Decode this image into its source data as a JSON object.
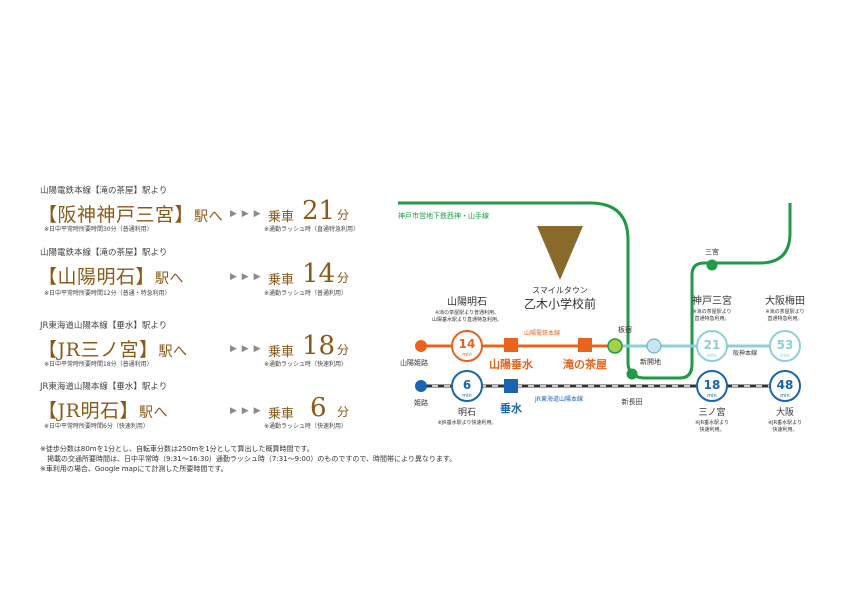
{
  "routes": [
    {
      "from": "山陽電鉄本線【滝の茶屋】駅より",
      "dest_pre": "【",
      "dest_name": "阪神神戸三宮",
      "dest_post": "】",
      "eki_he": "駅へ",
      "arrows": "▶ ▶ ▶",
      "jousha": "乗車",
      "minutes": "21",
      "fun": "分",
      "daytime": "※日中平常時所要時間30分（普通利用）",
      "rush": "※通勤ラッシュ時（直通特急利用）"
    },
    {
      "from": "山陽電鉄本線【滝の茶屋】駅より",
      "dest_pre": "【",
      "dest_name": "山陽明石",
      "dest_post": "】",
      "eki_he": "駅へ",
      "arrows": "▶ ▶ ▶",
      "jousha": "乗車",
      "minutes": "14",
      "fun": "分",
      "daytime": "※日中平常時所要時間12分（普通・特急利用）",
      "rush": "※通勤ラッシュ時（普通利用）"
    },
    {
      "from": "JR東海道山陽本線【垂水】駅より",
      "dest_pre": "【",
      "dest_name": "JR三ノ宮",
      "dest_post": "】",
      "eki_he": "駅へ",
      "arrows": "▶ ▶ ▶",
      "jousha": "乗車",
      "minutes": "18",
      "fun": "分",
      "daytime": "※日中平常時所要時間18分（普通利用）",
      "rush": "※通勤ラッシュ時（快速利用）"
    },
    {
      "from": "JR東海道山陽本線【垂水】駅より",
      "dest_pre": "【",
      "dest_name": "JR明石",
      "dest_post": "】",
      "eki_he": "駅へ",
      "arrows": "▶ ▶ ▶",
      "jousha": "乗車",
      "minutes": "6",
      "fun": "分",
      "daytime": "※日中平常時所要時間6分（快速利用）",
      "rush": "※通勤ラッシュ時（快速利用）"
    }
  ],
  "notes": [
    "※徒歩分数は80mを1分とし、自転車分数は250mを1分として算出した概算時間です。",
    "　掲載の交通所要時間は、日中平常時（9:31〜16:30）通勤ラッシュ時（7:31〜9:00）のものですので、時間帯により異なります。",
    "※車利用の場合、Google mapにて計測した所要時間です。"
  ],
  "map": {
    "subway_label": "神戸市営地下鉄西神・山手線",
    "sanyo_line_label": "山陽電鉄本線",
    "jr_line_label": "JR東海道山陽本線",
    "hanshin_line_label": "阪神本線",
    "site_label_1": "スマイルタウン",
    "site_label_2": "乙木小学校前",
    "stations": {
      "sanyo_himeji": "山陽姫路",
      "sanyo_akashi": "山陽明石",
      "sanyo_akashi_note_1": "※滝の茶屋駅より普通利用。",
      "sanyo_akashi_note_2": "山陽垂水駅より直通特急利用。",
      "sanyo_tarumi": "山陽垂水",
      "takinochaya": "滝の茶屋",
      "itayado": "板宿",
      "shinkaichi": "新開地",
      "sannomiya": "三宮",
      "kobe_sannomiya": "神戸三宮",
      "kobe_sannomiya_note_1": "※滝の茶屋駅より",
      "kobe_sannomiya_note_2": "直通特急利用。",
      "osaka_umeda": "大阪梅田",
      "osaka_umeda_note_1": "※滝の茶屋駅より",
      "osaka_umeda_note_2": "直通特急利用。",
      "himeji": "姫路",
      "akashi": "明石",
      "akashi_note": "※JR垂水駅より快速利用。",
      "tarumi": "垂水",
      "shin_nagata": "新長田",
      "sannomiya_jr": "三ノ宮",
      "sannomiya_jr_note_1": "※JR垂水駅より",
      "sannomiya_jr_note_2": "快速利用。",
      "osaka": "大阪",
      "osaka_note_1": "※JR垂水駅より",
      "osaka_note_2": "快速利用。"
    },
    "badges": {
      "akashi_sanyo": "14",
      "akashi_jr": "6",
      "sannomiya_hanshin": "21",
      "umeda": "53",
      "sannomiya_jr": "18",
      "osaka_jr": "48",
      "unit": "min"
    },
    "colors": {
      "sanyo": "#e8641c",
      "jr": "#1a65b0",
      "subway": "#1f9a46",
      "hanshin": "#8fcfda",
      "accent": "#8a5a18"
    }
  }
}
